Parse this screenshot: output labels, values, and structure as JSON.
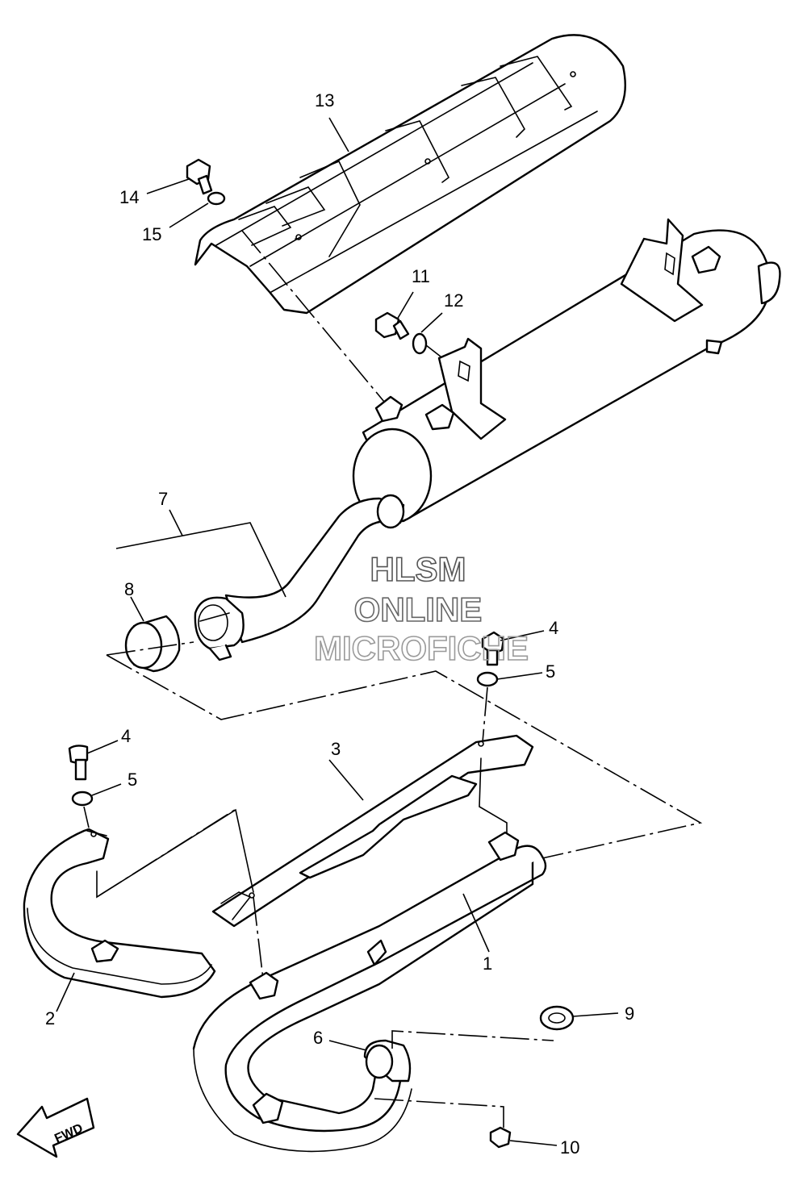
{
  "watermark": {
    "line1": "HLSM",
    "line2": "ONLINE",
    "line3": "MICROFICHE"
  },
  "arrow": {
    "label": "FWD"
  },
  "callouts": {
    "c1": "1",
    "c2": "2",
    "c3": "3",
    "c4a": "4",
    "c4b": "4",
    "c5a": "5",
    "c5b": "5",
    "c6": "6",
    "c7": "7",
    "c8": "8",
    "c9": "9",
    "c10": "10",
    "c11": "11",
    "c12": "12",
    "c13": "13",
    "c14": "14",
    "c15": "15"
  },
  "colors": {
    "line": "#000000",
    "background": "#ffffff",
    "watermark": "#555555"
  }
}
